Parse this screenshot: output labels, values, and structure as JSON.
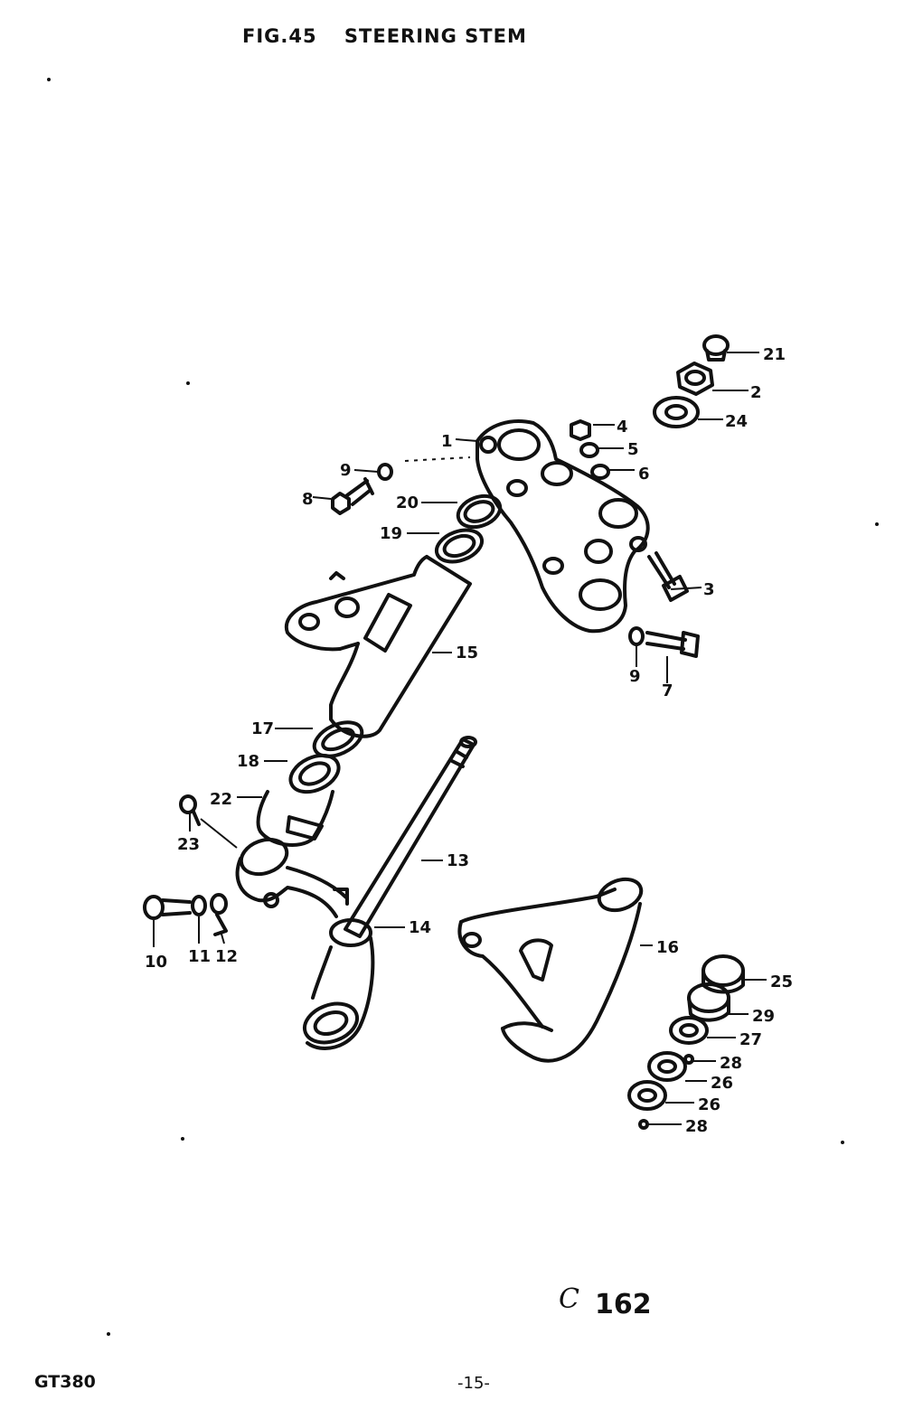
{
  "title": {
    "figure": "FIG.45",
    "name": "STEERING STEM"
  },
  "callouts": {
    "c1": "1",
    "c2": "2",
    "c3": "3",
    "c4": "4",
    "c5": "5",
    "c6": "6",
    "c7": "7",
    "c8": "8",
    "c9a": "9",
    "c9b": "9",
    "c10": "10",
    "c11": "11",
    "c12": "12",
    "c13": "13",
    "c14": "14",
    "c15": "15",
    "c16": "16",
    "c17": "17",
    "c18": "18",
    "c19": "19",
    "c20": "20",
    "c21": "21",
    "c22": "22",
    "c23": "23",
    "c24": "24",
    "c25": "25",
    "c26a": "26",
    "c26b": "26",
    "c27": "27",
    "c28a": "28",
    "c28b": "28",
    "c29": "29"
  },
  "footer": {
    "code_mark": "C",
    "code_number": "162",
    "model": "GT380",
    "page": "-15-"
  },
  "colors": {
    "ink": "#111111",
    "paper": "#ffffff"
  }
}
